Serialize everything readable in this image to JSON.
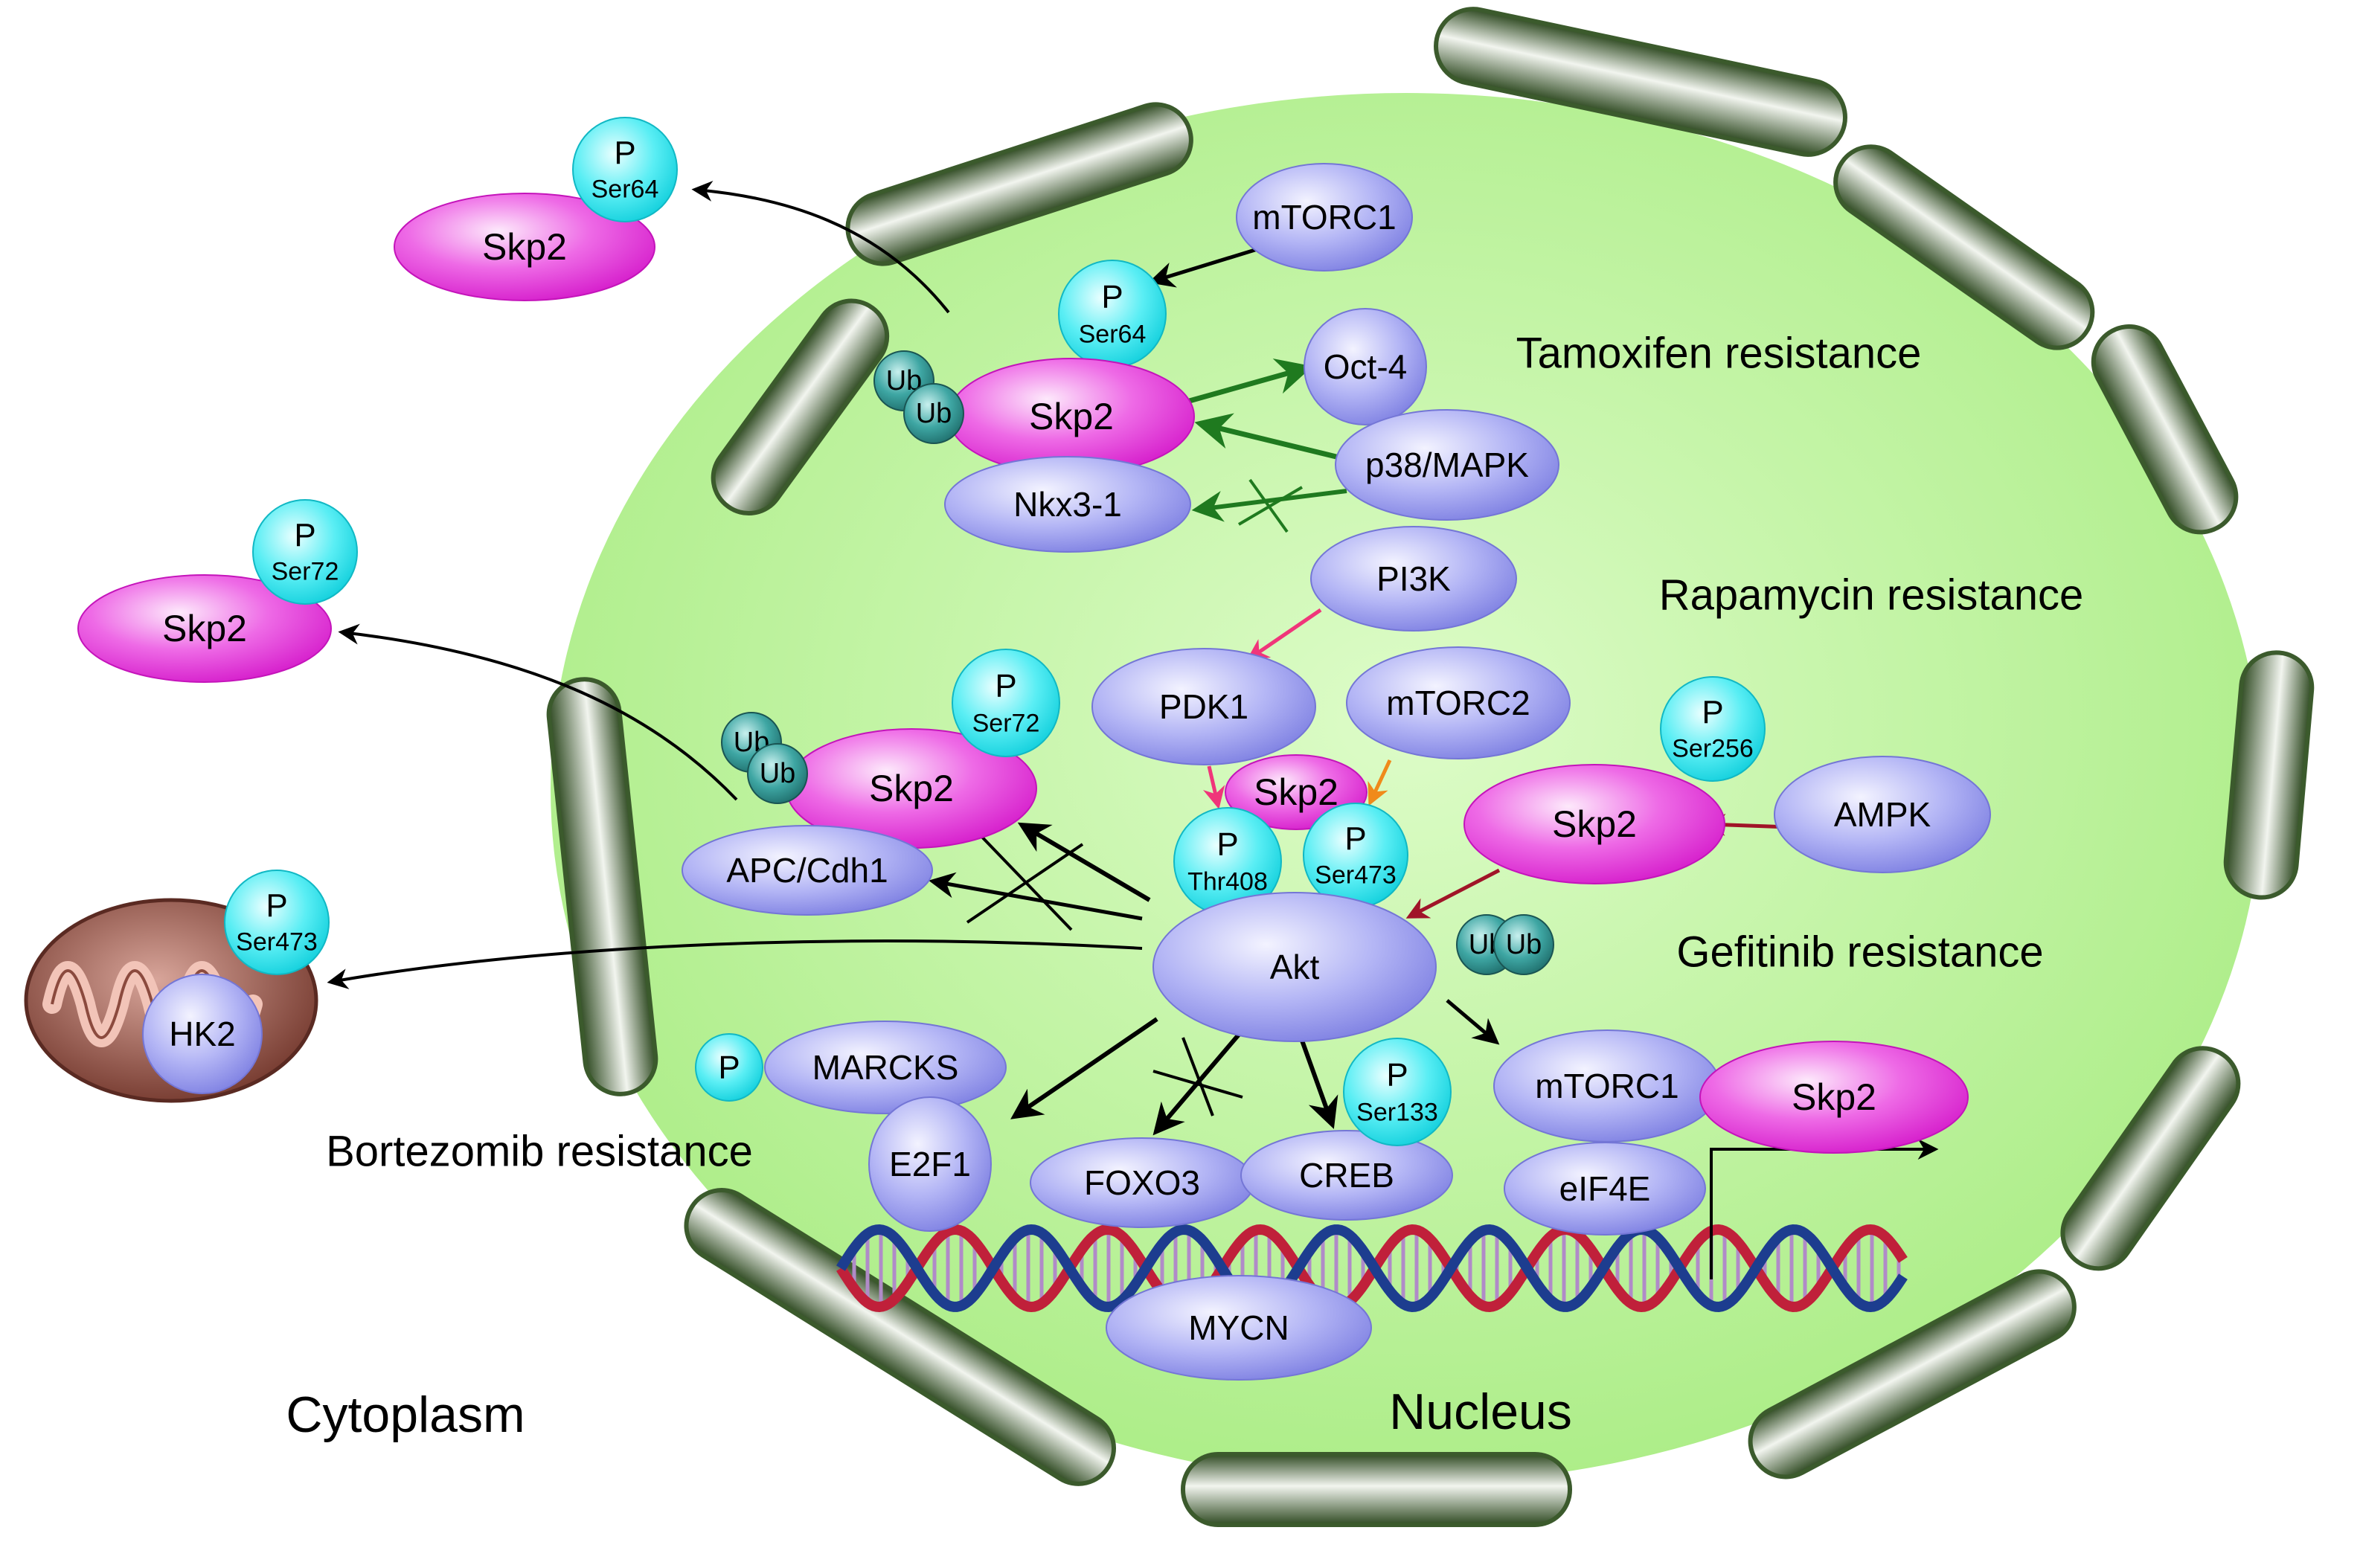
{
  "regions": {
    "cytoplasm": "Cytoplasm",
    "nucleus": "Nucleus"
  },
  "resistances": {
    "tamoxifen": "Tamoxifen resistance",
    "rapamycin": "Rapamycin resistance",
    "gefitinib": "Gefitinib resistance",
    "bortezomib": "Bortezomib resistance"
  },
  "proteins": {
    "skp2": "Skp2",
    "mtorc1": "mTORC1",
    "mtorc2": "mTORC2",
    "oct4": "Oct-4",
    "p38mapk": "p38/MAPK",
    "nkx31": "Nkx3-1",
    "pi3k": "PI3K",
    "pdk1": "PDK1",
    "ampk": "AMPK",
    "apc_cdh1": "APC/Cdh1",
    "akt": "Akt",
    "hk2": "HK2",
    "marcks": "MARCKS",
    "e2f1": "E2F1",
    "foxo3": "FOXO3",
    "creb": "CREB",
    "eif4e": "eIF4E",
    "mycn": "MYCN"
  },
  "modifications": {
    "p": "P",
    "ub": "Ub",
    "ser64": "Ser64",
    "ser72": "Ser72",
    "ser256": "Ser256",
    "ser473": "Ser473",
    "thr408": "Thr408",
    "ser133": "Ser133"
  },
  "colors": {
    "nucleus_fill": "#c6f5a8",
    "envelope": "#4a6b38",
    "skp2": "#e23ed8",
    "protein": "#9a9cf0",
    "phospho": "#2fe4ee",
    "ubiquitin": "#2f8f8f",
    "green_arrow": "#1f7a1f",
    "pink_arrow": "#f0357a",
    "orange_arrow": "#f08a1a",
    "darkred_arrow": "#a01428"
  }
}
